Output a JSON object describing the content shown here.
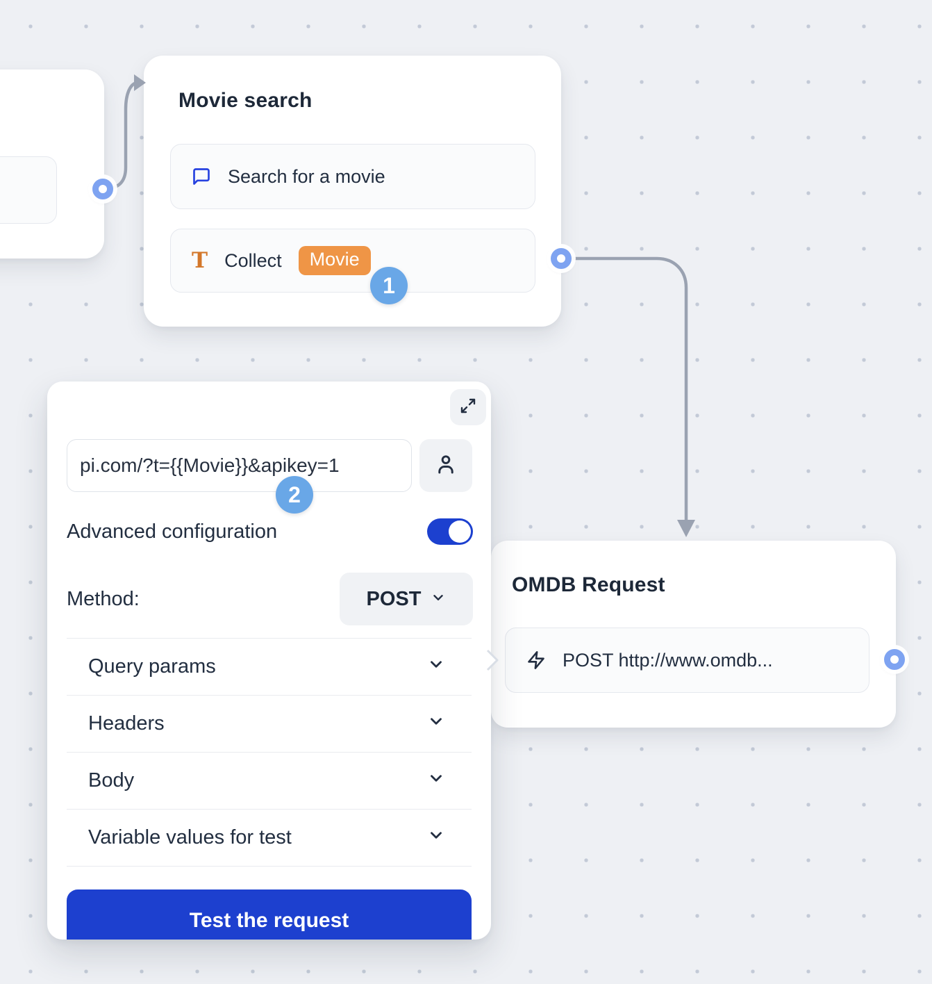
{
  "flow": {
    "movie_search_node": {
      "title": "Movie search",
      "items": [
        {
          "icon": "chat-bubble-icon",
          "label": "Search for a movie"
        },
        {
          "icon": "text-icon",
          "label": "Collect",
          "variable_badge": "Movie"
        }
      ]
    },
    "omdb_node": {
      "title": "OMDB Request",
      "items": [
        {
          "icon": "lightning-icon",
          "label": "POST http://www.omdb..."
        }
      ]
    }
  },
  "annotations": {
    "step1": "1",
    "step2": "2"
  },
  "config_panel": {
    "url_input_value": "pi.com/?t={{Movie}}&apikey=1",
    "advanced_configuration_label": "Advanced configuration",
    "advanced_configuration_enabled": "on",
    "method_label": "Method:",
    "method_value": "POST",
    "sections": [
      {
        "label": "Query params"
      },
      {
        "label": "Headers"
      },
      {
        "label": "Body"
      },
      {
        "label": "Variable values for test"
      }
    ],
    "test_button_label": "Test the request"
  },
  "colors": {
    "accent_blue": "#1d40cf",
    "step_badge_blue": "#69a7e7",
    "variable_orange": "#ef9546",
    "port_blue": "#7ea3f1",
    "edge_gray": "#9aa2b1",
    "canvas_bg": "#eef0f4"
  }
}
